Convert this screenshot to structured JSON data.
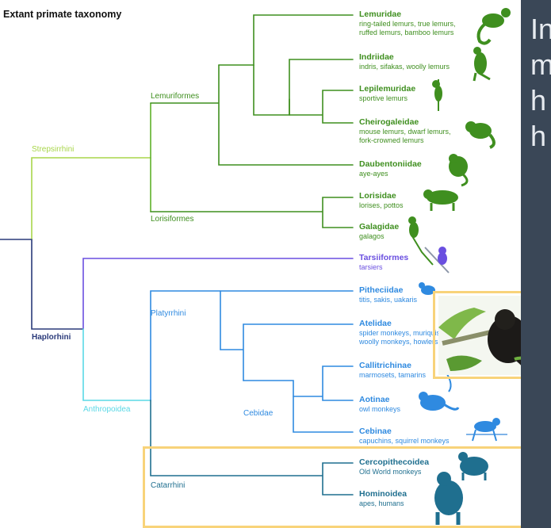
{
  "title": "Extant primate taxonomy",
  "side_panel": {
    "lines": [
      "In",
      "m",
      "h",
      "h"
    ]
  },
  "colors": {
    "strepsirrhini": "#a8d64a",
    "lemur_green": "#3f8f1f",
    "haplorhini": "#2a3a7a",
    "tarsier": "#6a4fe0",
    "anthropoidea": "#5ad8e6",
    "platyrrhini": "#2f8ae0",
    "catarrhini": "#1f6f8f",
    "highlight": "#f8d37a",
    "panel": "#3a4757"
  },
  "clades": {
    "strepsirrhini": "Strepsirrhini",
    "lemuriformes": "Lemuriformes",
    "lorisiformes": "Lorisiformes",
    "haplorhini": "Haplorhini",
    "anthropoidea": "Anthropoidea",
    "platyrrhini": "Platyrrhini",
    "cebidae": "Cebidae",
    "catarrhini": "Catarrhini"
  },
  "leaves": [
    {
      "key": "lemuridae",
      "name": "Lemuridae",
      "desc": [
        "ring-tailed lemurs, true lemurs,",
        "ruffed lemurs, bamboo lemurs"
      ],
      "group": "lemur",
      "icon": "ring-tailed-lemur-icon"
    },
    {
      "key": "indriidae",
      "name": "Indriidae",
      "desc": [
        "indris, sifakas, woolly lemurs"
      ],
      "group": "lemur",
      "icon": "sifaka-icon"
    },
    {
      "key": "lepilemuridae",
      "name": "Lepilemuridae",
      "desc": [
        "sportive lemurs"
      ],
      "group": "lemur",
      "icon": "sportive-lemur-icon"
    },
    {
      "key": "cheirogaleidae",
      "name": "Cheirogaleidae",
      "desc": [
        "mouse lemurs, dwarf lemurs,",
        "fork-crowned lemurs"
      ],
      "group": "lemur",
      "icon": "mouse-lemur-icon"
    },
    {
      "key": "daubentoniidae",
      "name": "Daubentoniidae",
      "desc": [
        "aye-ayes"
      ],
      "group": "lemur",
      "icon": "aye-aye-icon"
    },
    {
      "key": "lorisidae",
      "name": "Lorisidae",
      "desc": [
        "lorises, pottos"
      ],
      "group": "lemur",
      "icon": "loris-icon"
    },
    {
      "key": "galagidae",
      "name": "Galagidae",
      "desc": [
        "galagos"
      ],
      "group": "lemur",
      "icon": "galago-icon"
    },
    {
      "key": "tarsiiformes",
      "name": "Tarsiiformes",
      "desc": [
        "tarsiers"
      ],
      "group": "tarsier",
      "icon": "tarsier-icon"
    },
    {
      "key": "pitheciidae",
      "name": "Pitheciidae",
      "desc": [
        "titis, sakis, uakaris"
      ],
      "group": "platy",
      "icon": "titi-monkey-icon"
    },
    {
      "key": "atelidae",
      "name": "Atelidae",
      "desc": [
        "spider monkeys, muriquis,",
        "woolly monkeys, howlers"
      ],
      "group": "platy",
      "icon": "spider-monkey-icon"
    },
    {
      "key": "callitrichinae",
      "name": "Callitrichinae",
      "desc": [
        "marmosets, tamarins"
      ],
      "group": "platy",
      "icon": "marmoset-icon"
    },
    {
      "key": "aotinae",
      "name": "Aotinae",
      "desc": [
        "owl monkeys"
      ],
      "group": "platy",
      "icon": "owl-monkey-icon"
    },
    {
      "key": "cebinae",
      "name": "Cebinae",
      "desc": [
        "capuchins, squirrel monkeys"
      ],
      "group": "platy",
      "icon": "capuchin-icon"
    },
    {
      "key": "cercopithecoidea",
      "name": "Cercopithecoidea",
      "desc": [
        "Old World monkeys"
      ],
      "group": "cat",
      "icon": "baboon-icon"
    },
    {
      "key": "hominoidea",
      "name": "Hominoidea",
      "desc": [
        "apes, humans"
      ],
      "group": "cat",
      "icon": "gorilla-icon"
    }
  ]
}
